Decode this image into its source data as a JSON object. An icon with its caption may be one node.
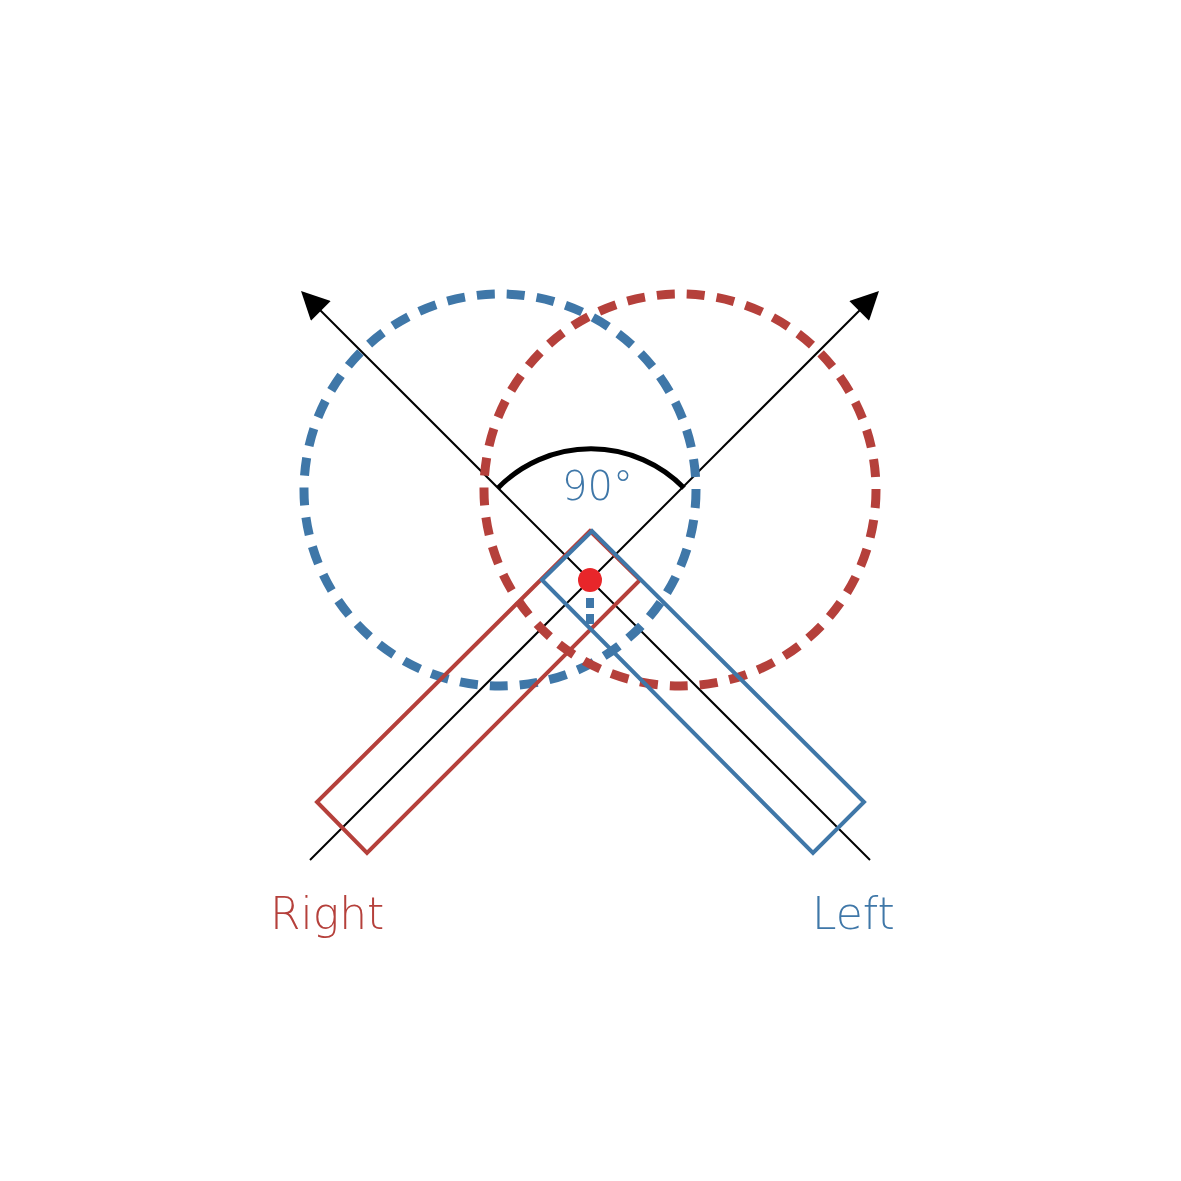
{
  "diagram": {
    "labels": [
      "90°",
      "Right",
      "Left"
    ]
  }
}
